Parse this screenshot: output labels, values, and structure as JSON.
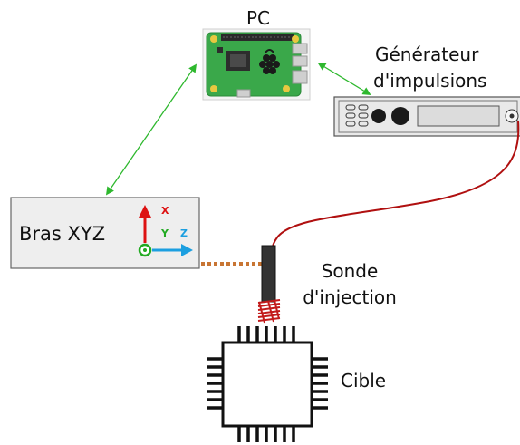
{
  "labels": {
    "pc": "PC",
    "generator_line1": "Générateur",
    "generator_line2": "d'impulsions",
    "arm": "Bras XYZ",
    "probe_line1": "Sonde",
    "probe_line2": "d'injection",
    "target": "Cible"
  },
  "axes": {
    "x": "X",
    "y": "Y",
    "z": "Z"
  },
  "colors": {
    "link_arrow": "#2eb82e",
    "cable": "#b01010",
    "coil": "#c21a1a",
    "arm_link": "#c87533",
    "axis_x": "#dd1111",
    "axis_y": "#22aa22",
    "axis_z": "#1c9fe0",
    "board": "#3aa84a",
    "box_fill": "#eeeeee"
  },
  "icons": {
    "pc": "raspberry-pi-board-icon",
    "generator": "pulse-generator-device-icon",
    "target": "ic-chip-icon"
  }
}
